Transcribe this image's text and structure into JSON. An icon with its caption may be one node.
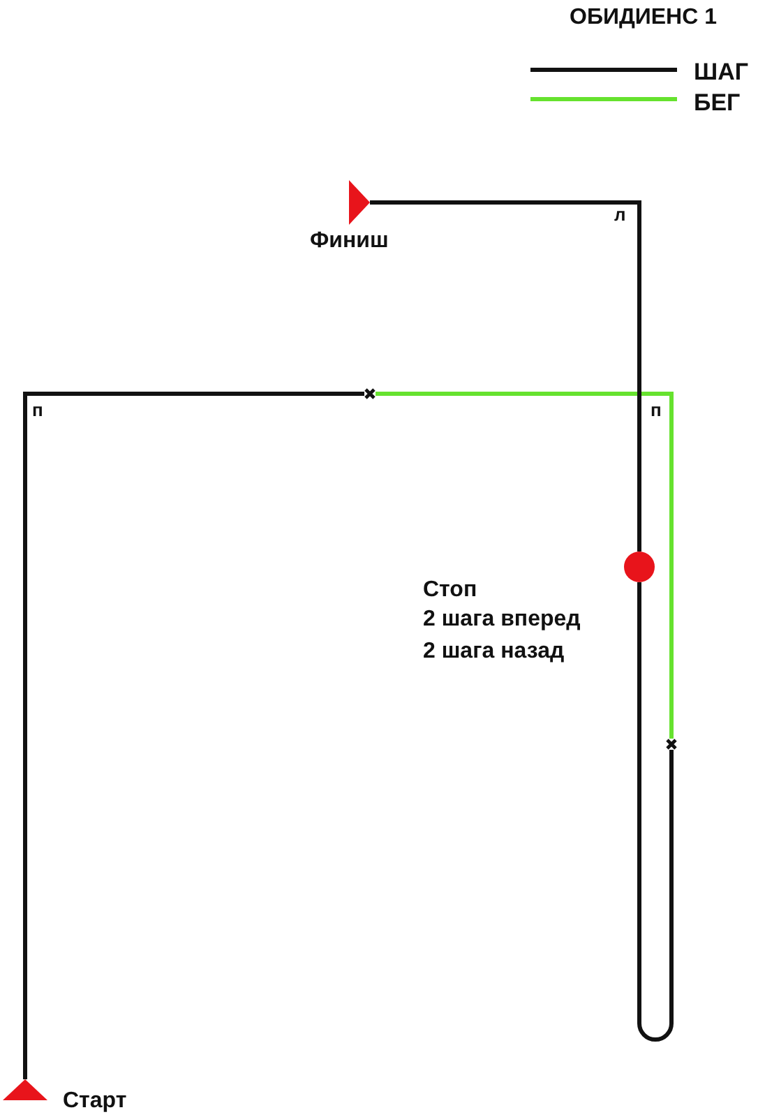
{
  "diagram": {
    "title": "ОБИДИЕНС 1",
    "nodes": [
      {
        "text": [],
        "shape": "triangle",
        "beside": [
          "Старт"
        ]
      },
      {
        "text": [],
        "shape": "cross"
      },
      {
        "text": [],
        "shape": "cross"
      },
      {
        "text": [],
        "shape": "circle",
        "beside": [
          "Стоп",
          "2 шага вперед",
          "2 шага назад"
        ]
      },
      {
        "text": [],
        "shape": "triangle",
        "beside": [
          "Финиш"
        ]
      }
    ],
    "edges": [
      {
        "from": 0,
        "to": 1,
        "arrow": "none"
      },
      {
        "from": 1,
        "to": 2,
        "arrow": "none",
        "color": "#66e22e"
      },
      {
        "from": 2,
        "to": 3,
        "arrow": "none"
      },
      {
        "from": 3,
        "to": 4,
        "arrow": "none"
      }
    ],
    "labels": [
      "л",
      "п",
      "п"
    ],
    "legend": [
      {
        "text": "ШАГ"
      },
      {
        "text": "БЕГ"
      }
    ]
  }
}
